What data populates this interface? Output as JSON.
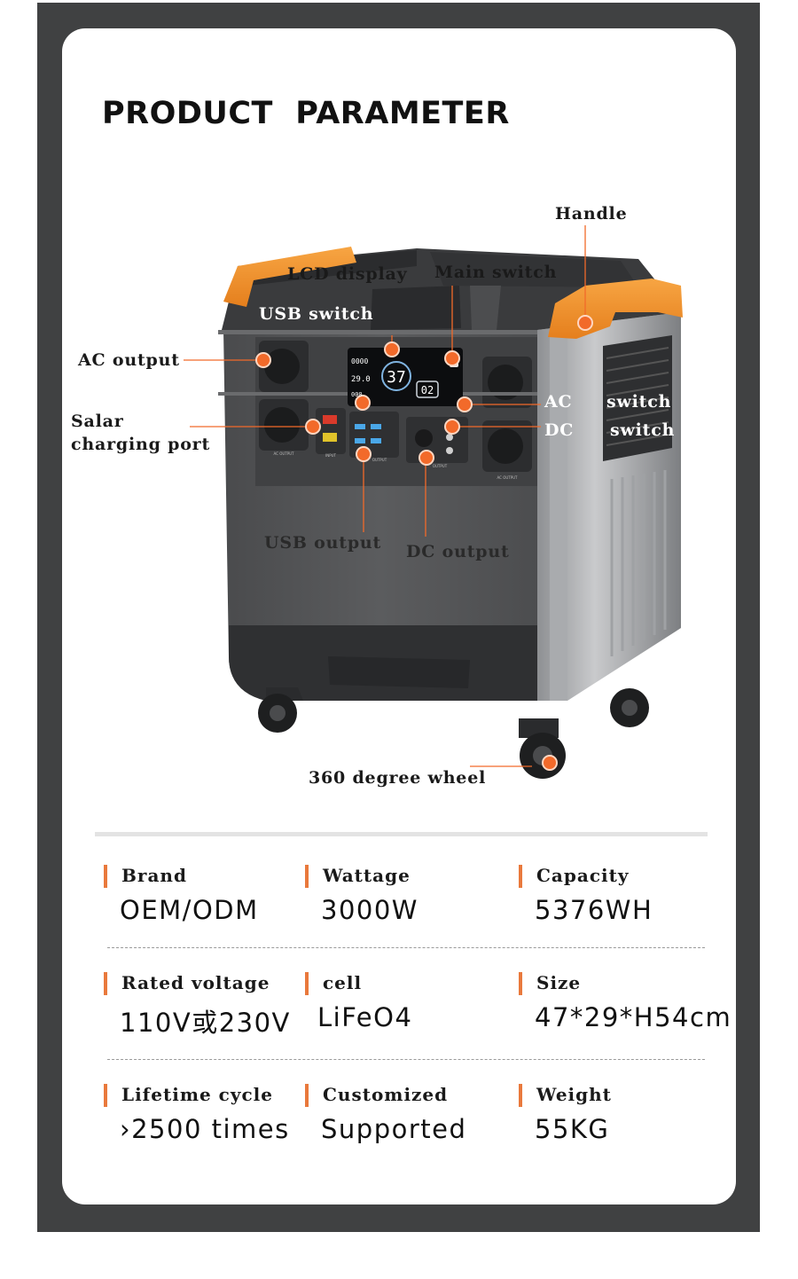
{
  "title": "PRODUCT  PARAMETER",
  "callouts": {
    "handle": "Handle",
    "lcd_display": "LCD display",
    "main_switch": "Main switch",
    "usb_switch": "USB switch",
    "ac_output": "AC output",
    "ac_switch_a": "AC",
    "ac_switch_b": "switch",
    "dc_switch_a": "DC",
    "dc_switch_b": "switch",
    "solar_line1": "Salar",
    "solar_line2": "charging port",
    "usb_output": "USB output",
    "dc_output": "DC output",
    "wheel": "360 degree wheel"
  },
  "lcd": {
    "big": "37",
    "small": "02",
    "left_top": "0000",
    "left_mid": "29.0",
    "left_bot": "000"
  },
  "panel_labels": {
    "ac_output": "AC OUTPUT",
    "input": "INPUT",
    "output": "OUTPUT"
  },
  "specs": [
    {
      "label": "Brand",
      "value": "OEM/ODM"
    },
    {
      "label": "Wattage",
      "value": "3000W"
    },
    {
      "label": "Capacity",
      "value": "5376WH"
    },
    {
      "label": "Rated voltage",
      "value": "110V或230V"
    },
    {
      "label": "cell",
      "value": "LiFeO4"
    },
    {
      "label": "Size",
      "value": "47*29*H54cm"
    },
    {
      "label": "Lifetime cycle",
      "value": "›2500 times"
    },
    {
      "label": "Customized",
      "value": "Supported"
    },
    {
      "label": "Weight",
      "value": "55KG"
    }
  ],
  "colors": {
    "frame": "#404142",
    "accent": "#e9793c",
    "body": "#555658",
    "handle": "#f2962e",
    "marker": "#f26a2a"
  }
}
